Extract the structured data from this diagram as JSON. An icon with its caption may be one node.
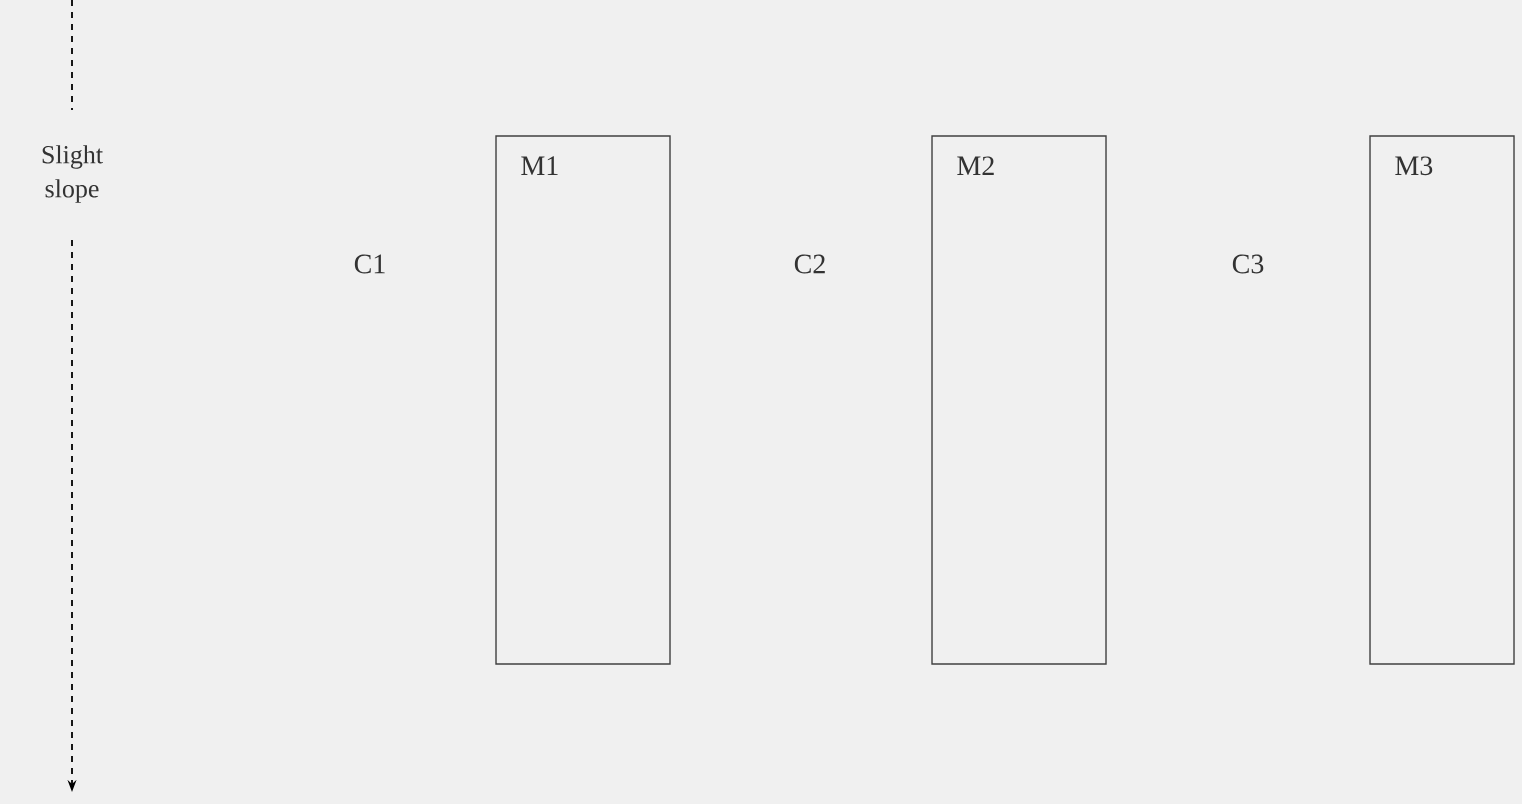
{
  "diagram": {
    "nodes": [
      {
        "text": [
          "M1"
        ]
      },
      {
        "text": [
          "M2"
        ]
      },
      {
        "text": [
          "M3"
        ]
      }
    ],
    "edges": [],
    "labels": [
      "Slight slope",
      "C1",
      "C2",
      "C3"
    ]
  }
}
